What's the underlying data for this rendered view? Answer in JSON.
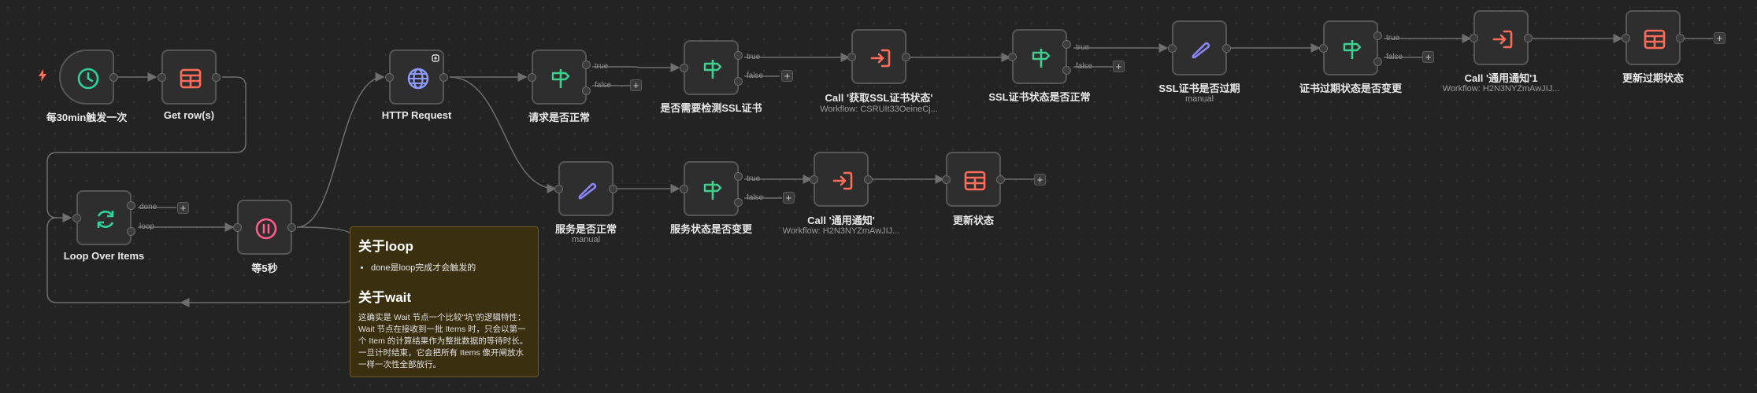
{
  "nodes": {
    "schedule": {
      "label": "每30min触发一次"
    },
    "get_rows": {
      "label": "Get row(s)"
    },
    "loop": {
      "label": "Loop Over Items"
    },
    "wait": {
      "label": "等5秒"
    },
    "http": {
      "label": "HTTP Request"
    },
    "if_ok": {
      "label": "请求是否正常"
    },
    "if_ssl_check": {
      "label": "是否需要检测SSL证书"
    },
    "call_ssl": {
      "label": "Call '获取SSL证书状态'",
      "sub": "Workflow: CSRUIt33OeineCj..."
    },
    "if_ssl_ok": {
      "label": "SSL证书状态是否正常"
    },
    "set_ssl_expire": {
      "label": "SSL证书是否过期",
      "sub": "manual"
    },
    "if_cert_change": {
      "label": "证书过期状态是否变更"
    },
    "call_notify_1": {
      "label": "Call '通用通知'1",
      "sub": "Workflow: H2N3NYZmAwJIJ..."
    },
    "update_expire": {
      "label": "更新过期状态"
    },
    "set_service_ok": {
      "label": "服务是否正常",
      "sub": "manual"
    },
    "if_service_change": {
      "label": "服务状态是否变更"
    },
    "call_notify": {
      "label": "Call '通用通知'",
      "sub": "Workflow: H2N3NYZmAwJIJ..."
    },
    "update_status": {
      "label": "更新状态"
    }
  },
  "ports": {
    "true": "true",
    "false": "false",
    "done": "done",
    "loop": "loop",
    "plus": "+"
  },
  "sticky": {
    "h1": "关于loop",
    "bullet": "done是loop完成才会触发的",
    "h2": "关于wait",
    "para": [
      "这确实是 Wait 节点一个比较\"坑\"的逻辑特性：",
      "Wait 节点在接收到一批 Items 时，只会以第一",
      "个 Item 的计算结果作为整批数据的等待时长。",
      "一旦计时结束，它会把所有 Items 像开闸放水",
      "一样一次性全部放行。"
    ]
  },
  "colors": {
    "green": "#3fcf8e",
    "red": "#ff6d5a",
    "purple": "#8b85f5",
    "pink": "#ff5c8a",
    "teal": "#2fd39a",
    "globe": "#8e9bff"
  }
}
